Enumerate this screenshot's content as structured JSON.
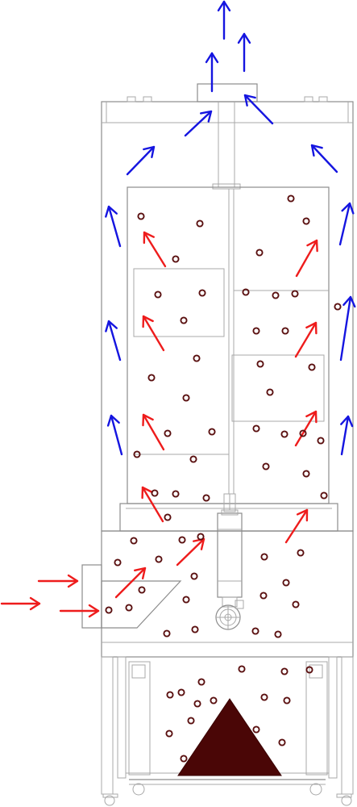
{
  "colors": {
    "background": "#ffffff",
    "machine_outline": "#a8a8a8",
    "exhaust_arrow": "#1515e0",
    "process_arrow": "#ee1c1c",
    "product_ring": "#5a1010",
    "product_pile": "#4a0606"
  },
  "icon_names": {
    "blue_arrow": "exhaust-air-arrow",
    "red_arrow": "process-air-arrow",
    "particle": "product-particle",
    "pile": "product-pile"
  },
  "visible_text": {}
}
